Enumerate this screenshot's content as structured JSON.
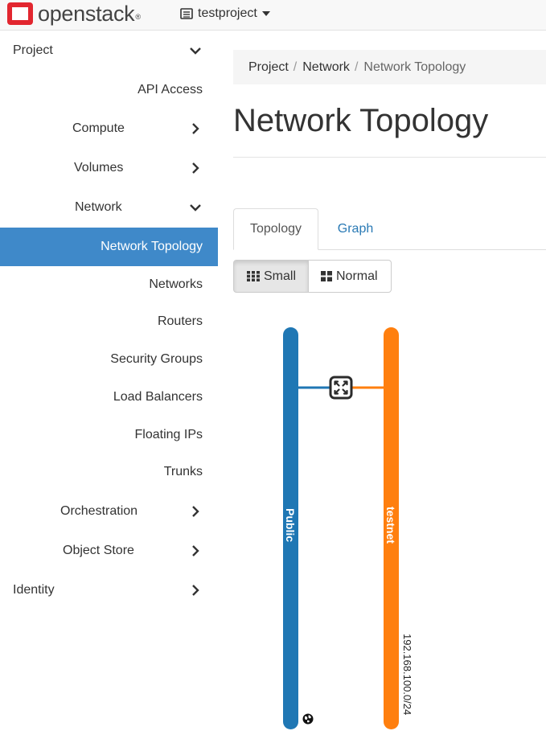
{
  "header": {
    "brand": "openstack",
    "project": "testproject"
  },
  "sidebar": {
    "items": [
      {
        "label": "Project",
        "expanded": true
      },
      {
        "label": "API Access"
      },
      {
        "label": "Compute"
      },
      {
        "label": "Volumes"
      },
      {
        "label": "Network",
        "expanded": true
      },
      {
        "label": "Network Topology",
        "active": true
      },
      {
        "label": "Networks"
      },
      {
        "label": "Routers"
      },
      {
        "label": "Security Groups"
      },
      {
        "label": "Load Balancers"
      },
      {
        "label": "Floating IPs"
      },
      {
        "label": "Trunks"
      },
      {
        "label": "Orchestration"
      },
      {
        "label": "Object Store"
      },
      {
        "label": "Identity"
      }
    ]
  },
  "breadcrumb": {
    "items": [
      "Project",
      "Network",
      "Network Topology"
    ]
  },
  "page": {
    "title": "Network Topology"
  },
  "tabs": [
    {
      "label": "Topology",
      "active": true
    },
    {
      "label": "Graph"
    }
  ],
  "view_toggle": {
    "small_label": "Small",
    "normal_label": "Normal",
    "selected": "Small"
  },
  "topology": {
    "networks": [
      {
        "name": "Public",
        "color": "#1f77b4",
        "subnet": ""
      },
      {
        "name": "testnet",
        "color": "#ff7f0e",
        "subnet": "192.168.100.0/24"
      }
    ],
    "router_icon": "router-icon",
    "external_icon": "globe-icon"
  },
  "colors": {
    "active_nav": "#3f89c9",
    "link": "#2a7ab5"
  }
}
